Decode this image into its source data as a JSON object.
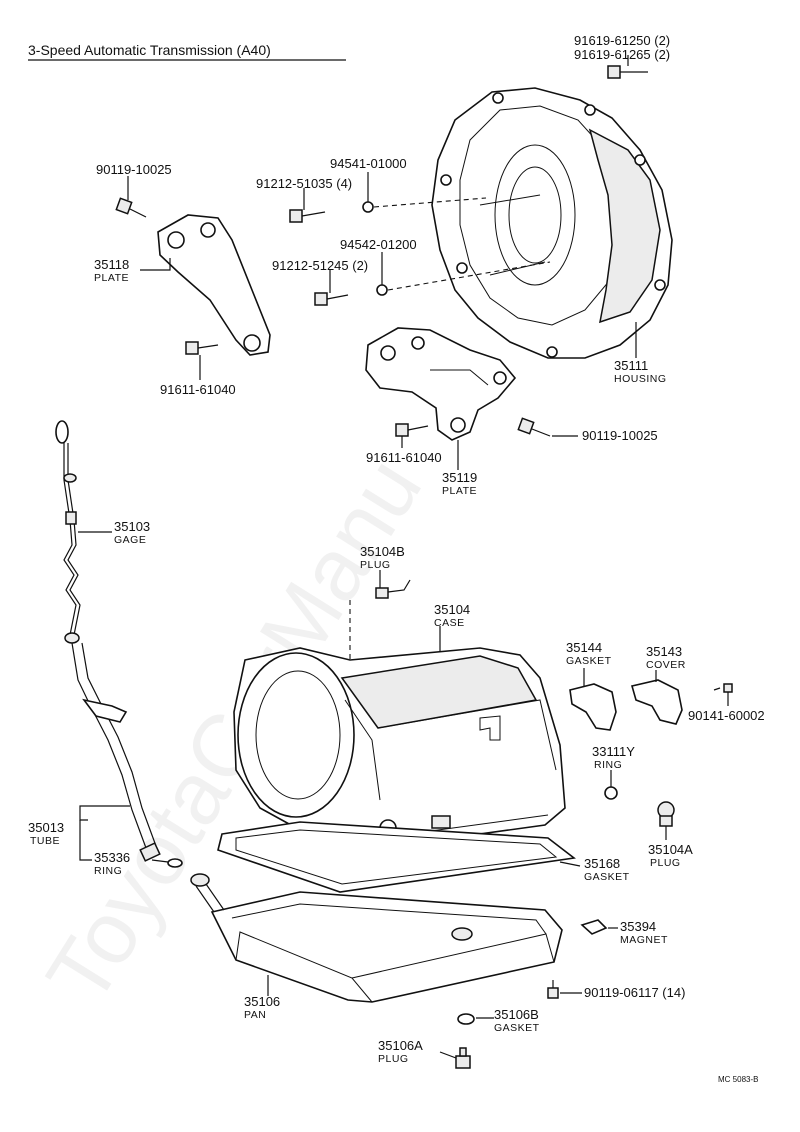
{
  "title": "3-Speed Automatic Transmission (A40)",
  "watermark": "ToyotaCarManu",
  "diagram_code": "MC 5083-B",
  "colors": {
    "ink": "#111111",
    "background": "#ffffff"
  },
  "callouts": {
    "c1": {
      "part_number": "91619-61250 (2)"
    },
    "c2": {
      "part_number": "91619-61265 (2)"
    },
    "c3": {
      "part_number": "90119-10025"
    },
    "c4": {
      "part_number": "94541-01000"
    },
    "c5": {
      "part_number": "91212-51035 (4)"
    },
    "c6": {
      "part_number": "94542-01200"
    },
    "c7": {
      "part_number": "91212-51245 (2)"
    },
    "c8": {
      "part_number": "35118",
      "name": "PLATE"
    },
    "c9": {
      "part_number": "91611-61040"
    },
    "c10": {
      "part_number": "35111",
      "name": "HOUSING"
    },
    "c11": {
      "part_number": "90119-10025"
    },
    "c12": {
      "part_number": "91611-61040"
    },
    "c13": {
      "part_number": "35119",
      "name": "PLATE"
    },
    "c14": {
      "part_number": "35103",
      "name": "GAGE"
    },
    "c15": {
      "part_number": "35104B",
      "name": "PLUG"
    },
    "c16": {
      "part_number": "35104",
      "name": "CASE"
    },
    "c17": {
      "part_number": "35144",
      "name": "GASKET"
    },
    "c18": {
      "part_number": "35143",
      "name": "COVER"
    },
    "c19": {
      "part_number": "90141-60002"
    },
    "c20": {
      "part_number": "33111Y",
      "name": "RING"
    },
    "c21": {
      "part_number": "35104A",
      "name": "PLUG"
    },
    "c22": {
      "part_number": "35013",
      "name": "TUBE"
    },
    "c23": {
      "part_number": "35336",
      "name": "RING"
    },
    "c24": {
      "part_number": "35168",
      "name": "GASKET"
    },
    "c25": {
      "part_number": "35394",
      "name": "MAGNET"
    },
    "c26": {
      "part_number": "90119-06117 (14)"
    },
    "c27": {
      "part_number": "35106",
      "name": "PAN"
    },
    "c28": {
      "part_number": "35106B",
      "name": "GASKET"
    },
    "c29": {
      "part_number": "35106A",
      "name": "PLUG"
    }
  }
}
